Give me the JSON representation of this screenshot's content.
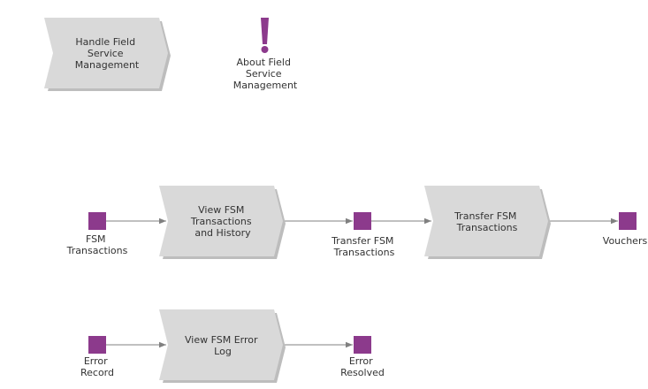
{
  "colors": {
    "chevron_fill": "#d9d9d9",
    "chevron_shadow": "#bdbdbd",
    "event_square": "#8c3a8c",
    "connector": "#808080",
    "text": "#333333"
  },
  "header_process": {
    "lines": [
      "Handle Field",
      "Service",
      "Management"
    ]
  },
  "about_note": {
    "icon": "exclamation-icon",
    "lines": [
      "About Field",
      "Service",
      "Management"
    ]
  },
  "flow1": {
    "start_event": {
      "lines": [
        "FSM",
        "Transactions"
      ]
    },
    "process1": {
      "lines": [
        "View FSM",
        "Transactions",
        "and History"
      ]
    },
    "mid_event": {
      "lines": [
        "Transfer FSM",
        "Transactions"
      ]
    },
    "process2": {
      "lines": [
        "Transfer FSM",
        "Transactions"
      ]
    },
    "end_event": {
      "lines": [
        "Vouchers"
      ]
    }
  },
  "flow2": {
    "start_event": {
      "lines": [
        "Error",
        "Record"
      ]
    },
    "process": {
      "lines": [
        "View FSM Error",
        "Log"
      ]
    },
    "end_event": {
      "lines": [
        "Error",
        "Resolved"
      ]
    }
  }
}
